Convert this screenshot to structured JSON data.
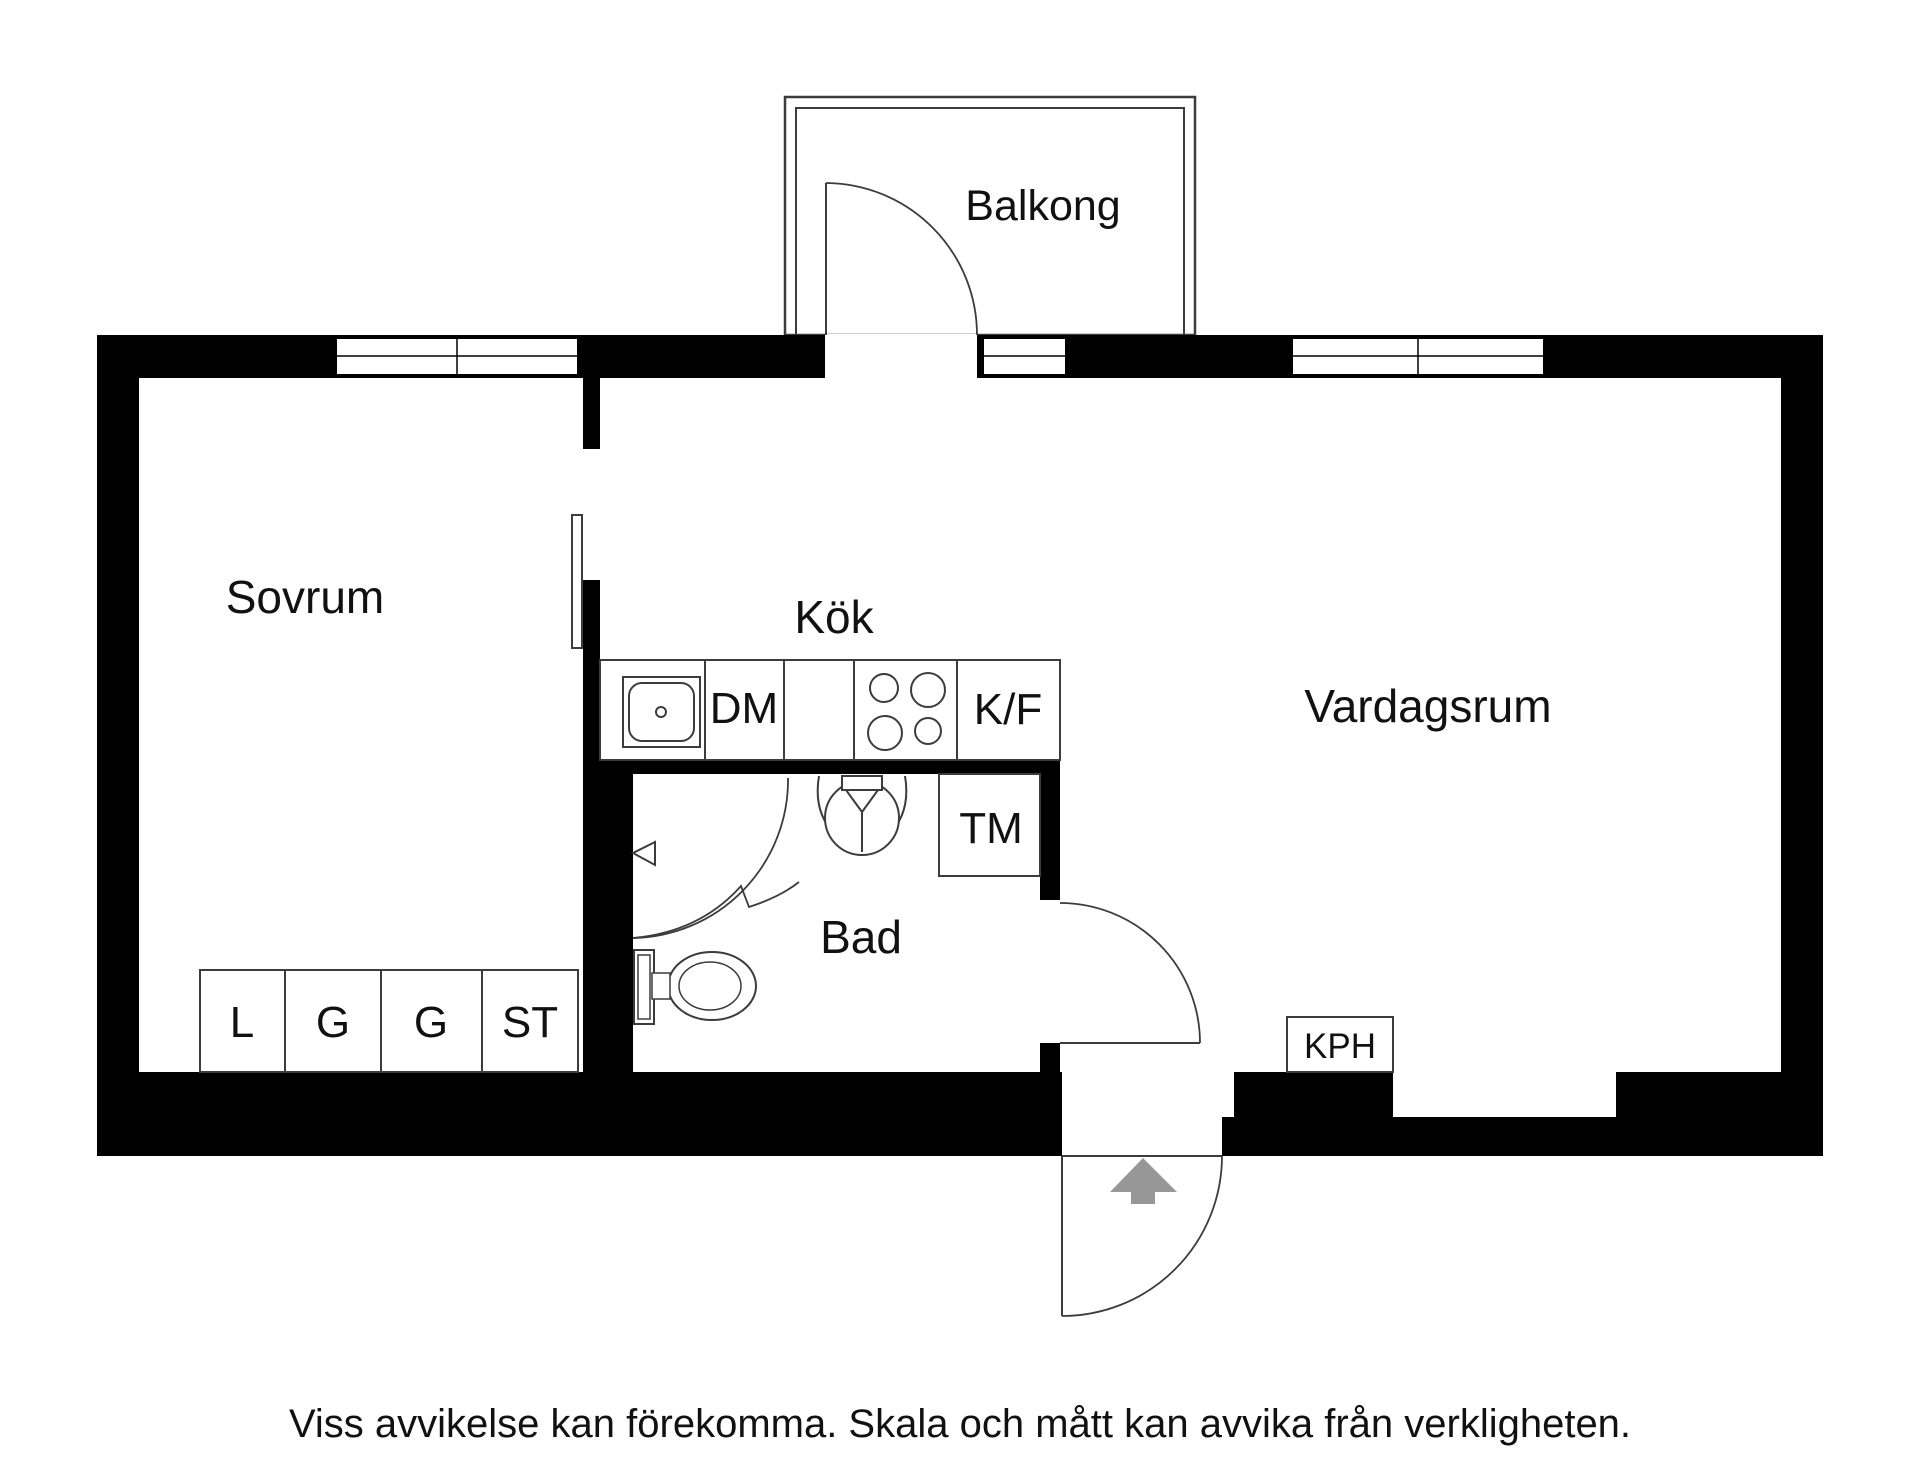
{
  "floorplan": {
    "rooms": {
      "balcony": "Balkong",
      "bedroom": "Sovrum",
      "kitchen": "Kök",
      "living_room": "Vardagsrum",
      "bathroom": "Bad"
    },
    "fixtures": {
      "dishwasher": "DM",
      "fridge_freezer": "K/F",
      "washing_machine": "TM",
      "cabinet": "KPH",
      "wardrobes": [
        "L",
        "G",
        "G",
        "ST"
      ]
    },
    "caption": "Viss avvikelse kan förekomma. Skala och mått kan avvika från verkligheten.",
    "colors": {
      "wall": "#000000",
      "outline": "#3c3c3c",
      "arrow": "#979797",
      "background": "#ffffff"
    }
  }
}
